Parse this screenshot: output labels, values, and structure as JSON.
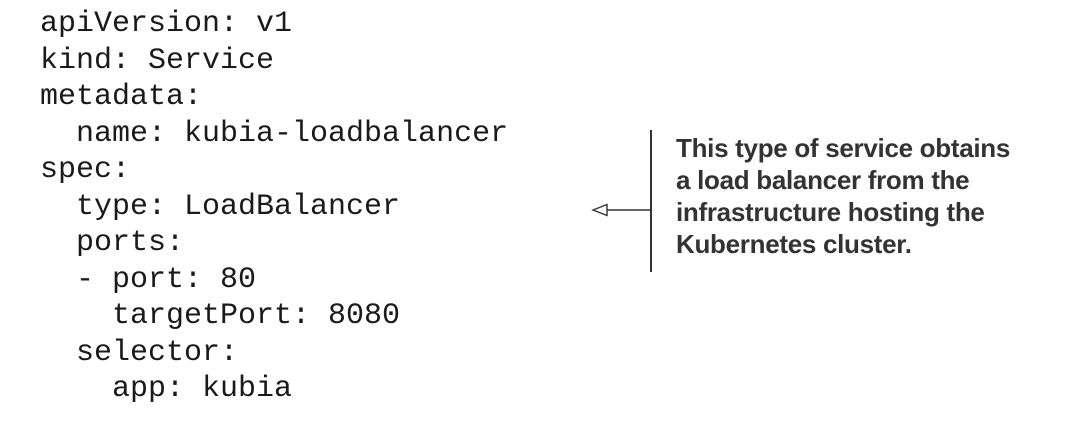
{
  "code": {
    "lines": [
      "apiVersion: v1",
      "kind: Service",
      "metadata:",
      "  name: kubia-loadbalancer",
      "spec:",
      "  type: LoadBalancer",
      "  ports:",
      "  - port: 80",
      "    targetPort: 8080",
      "  selector:",
      "    app: kubia"
    ]
  },
  "annotation": {
    "lines": [
      "This type of service obtains",
      "a load balancer from the",
      "infrastructure hosting the",
      "Kubernetes cluster."
    ]
  }
}
